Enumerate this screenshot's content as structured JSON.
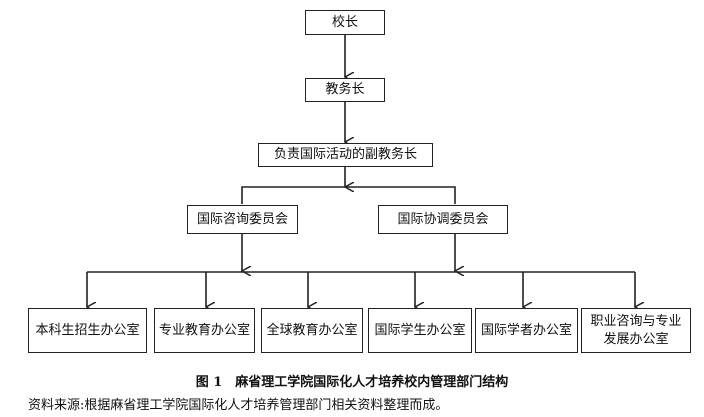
{
  "nodes": {
    "president": "校长",
    "provost": "教务长",
    "vice_provost": "负责国际活动的副教务长",
    "advisory": "国际咨询委员会",
    "coordination": "国际协调委员会",
    "offices": [
      "本科生招生办公室",
      "专业教育办公室",
      "全球教育办公室",
      "国际学生办公室",
      "国际学者办公室",
      "职业咨询与专业发展办公室"
    ]
  },
  "caption": "图 1　麻省理工学院国际化人才培养校内管理部门结构",
  "source": "资料来源:根据麻省理工学院国际化人才培养管理部门相关资料整理而成。"
}
